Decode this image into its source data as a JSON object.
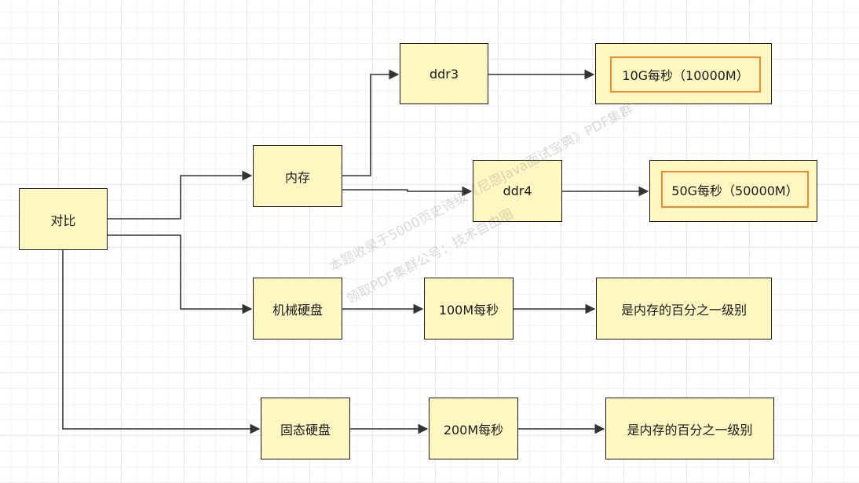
{
  "nodes": {
    "compare": "对比",
    "memory": "内存",
    "hdd": "机械硬盘",
    "ssd": "固态硬盘",
    "ddr3": "ddr3",
    "ddr4": "ddr4",
    "ddr3_speed": "10G每秒（10000M）",
    "ddr4_speed": "50G每秒（50000M）",
    "hdd_speed": "100M每秒",
    "ssd_speed": "200M每秒",
    "hdd_level": "是内存的百分之一级别",
    "ssd_level": "是内存的百分之一级别"
  },
  "watermark": {
    "line1": "本题收录于5000页史诗级《尼恩Java面试宝典》PDF集群",
    "line2": "领取PDF集群公号：技术自由圈"
  },
  "colors": {
    "box_fill": "#fff7c2",
    "highlight_border": "#f08a2a",
    "line": "#333333"
  }
}
